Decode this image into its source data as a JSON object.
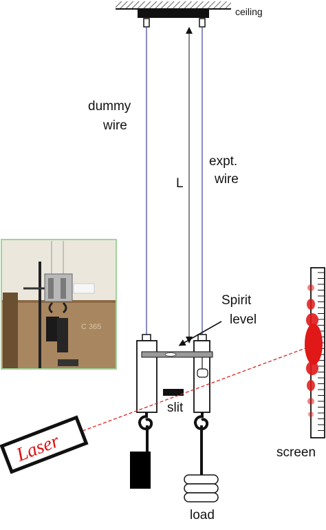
{
  "labels": {
    "ceiling": "ceiling",
    "dummy_line1": "dummy",
    "dummy_line2": "wire",
    "expt_line1": "expt.",
    "expt_line2": "wire",
    "length": "L",
    "spirit_line1": "Spirit",
    "spirit_line2": "level",
    "slit": "slit",
    "laser": "Laser",
    "screen": "screen",
    "load": "load"
  },
  "photo": {
    "plate_text": "C 365"
  },
  "colors": {
    "wire": "#3b3f9e",
    "beam": "#e02020",
    "laser": "#e01010",
    "fringe": "#e01818",
    "photo_border": "#9fd39a"
  }
}
